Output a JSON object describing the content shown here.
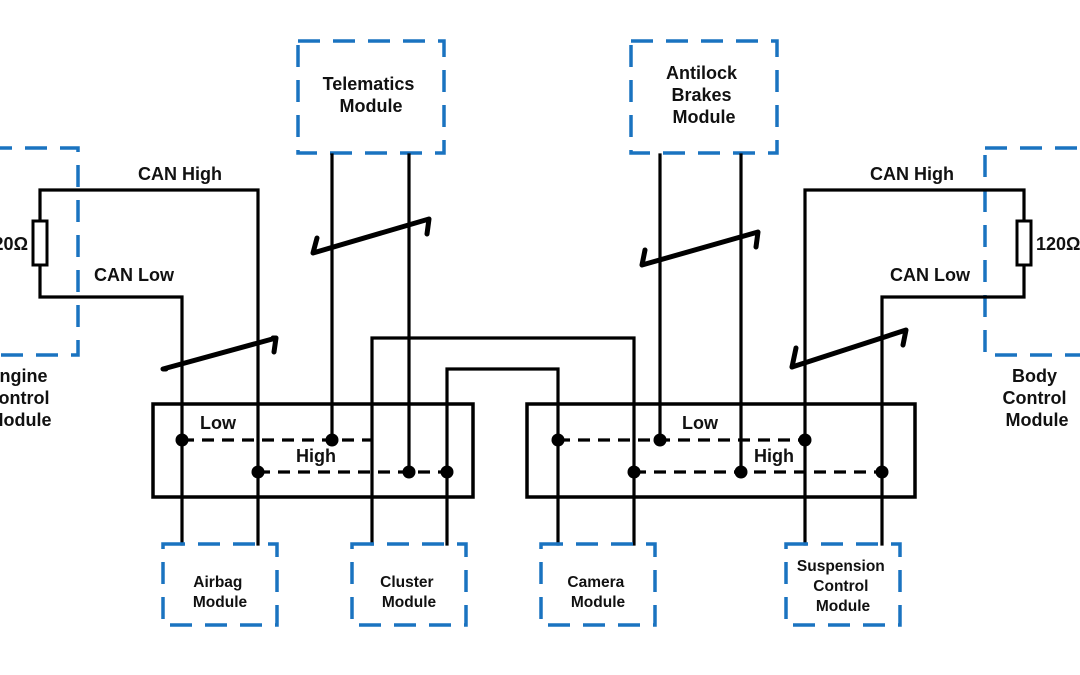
{
  "diagram": {
    "title": "CAN bus network with junction boxes",
    "colors": {
      "module_border": "#1a73c0",
      "wire": "#000000"
    },
    "wire_labels": {
      "can_high": "CAN High",
      "can_low": "CAN Low",
      "junction_low": "Low",
      "junction_high": "High"
    },
    "resistor_label": "120Ω",
    "modules": {
      "engine": [
        "Engine",
        "Control",
        "Module"
      ],
      "body": [
        "Body",
        "Control",
        "Module"
      ],
      "telematics": [
        "Telematics",
        "Module"
      ],
      "antilock": [
        "Antilock",
        "Brakes",
        "Module"
      ],
      "airbag": [
        "Airbag",
        "Module"
      ],
      "cluster": [
        "Cluster",
        "Module"
      ],
      "camera": [
        "Camera",
        "Module"
      ],
      "suspension": [
        "Suspension",
        "Control",
        "Module"
      ]
    }
  }
}
